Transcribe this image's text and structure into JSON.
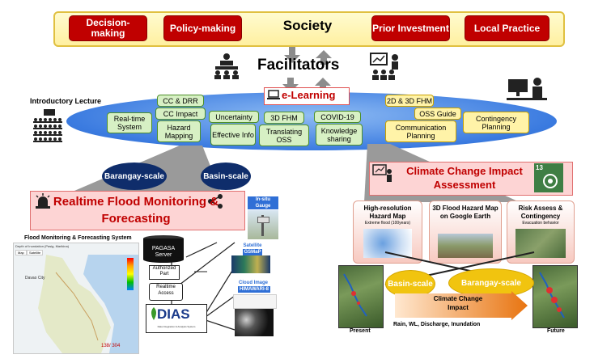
{
  "society_bar": {
    "items": [
      "Decision-making",
      "Policy-making",
      "Society",
      "Prior Investment",
      "Local Practice"
    ]
  },
  "facilitators": "Facilitators",
  "elearning": "e-Learning",
  "introductory_lecture": "Introductory Lecture",
  "ellipse_left": [
    "CC & DRR",
    "Real-time System",
    "CC Impact",
    "Hazard Mapping",
    "Uncertainty",
    "Effective Info",
    "3D FHM",
    "Translating OSS",
    "COVID-19",
    "Knowledge sharing"
  ],
  "ellipse_right": [
    "2D & 3D FHM",
    "OSS Guide",
    "Communication Planning",
    "Contingency Planning"
  ],
  "scale_left": [
    "Barangay-scale",
    "Basin-scale"
  ],
  "realtime_title": "Realtime Flood Monitoring & Forecasting",
  "monitoring_system_title": "Flood Monitoring & Forecasting System",
  "map_header": "Depth of Inundation (Pasig, Marikina)",
  "map_tabs": [
    "Map",
    "Satellite"
  ],
  "map_city": "Davao City",
  "map_page": "138/ 304",
  "pagasa": "PAGASA Server",
  "authorized": "Authorized Part",
  "realtime_access": "Realtime Access",
  "dias": "DIAS",
  "dias_sub": "Data Integration & Analysis System",
  "insitu": "In-situ Gauge",
  "satellite_rainfall": "Satellite Rainfall",
  "gsmap": "GSMaP",
  "cloud_image": "Cloud Image",
  "himawari": "HIMAWARI-8",
  "cc_title": "Climate Change Impact Assessment",
  "sdg_num": "13",
  "cards": [
    {
      "title": "High-resolution Hazard Map",
      "sub": "Extreme flood (100years)"
    },
    {
      "title": "3D Flood Hazard Map on Google Earth",
      "sub": ""
    },
    {
      "title": "Risk Assess & Contingency",
      "sub": "Evacuation behavior"
    }
  ],
  "scale_right": [
    "Basin-scale",
    "Barangay-scale"
  ],
  "cc_impact": "Climate Change Impact",
  "present": "Present",
  "future": "Future",
  "bottom_caption": "Rain, WL, Discharge, Inundation",
  "colors": {
    "red": "#c00000",
    "navy": "#0f2d6b",
    "gold": "#f1c40f",
    "ellipse_blue": "#3b7be0",
    "bar_yellow": "#fff7b0"
  }
}
